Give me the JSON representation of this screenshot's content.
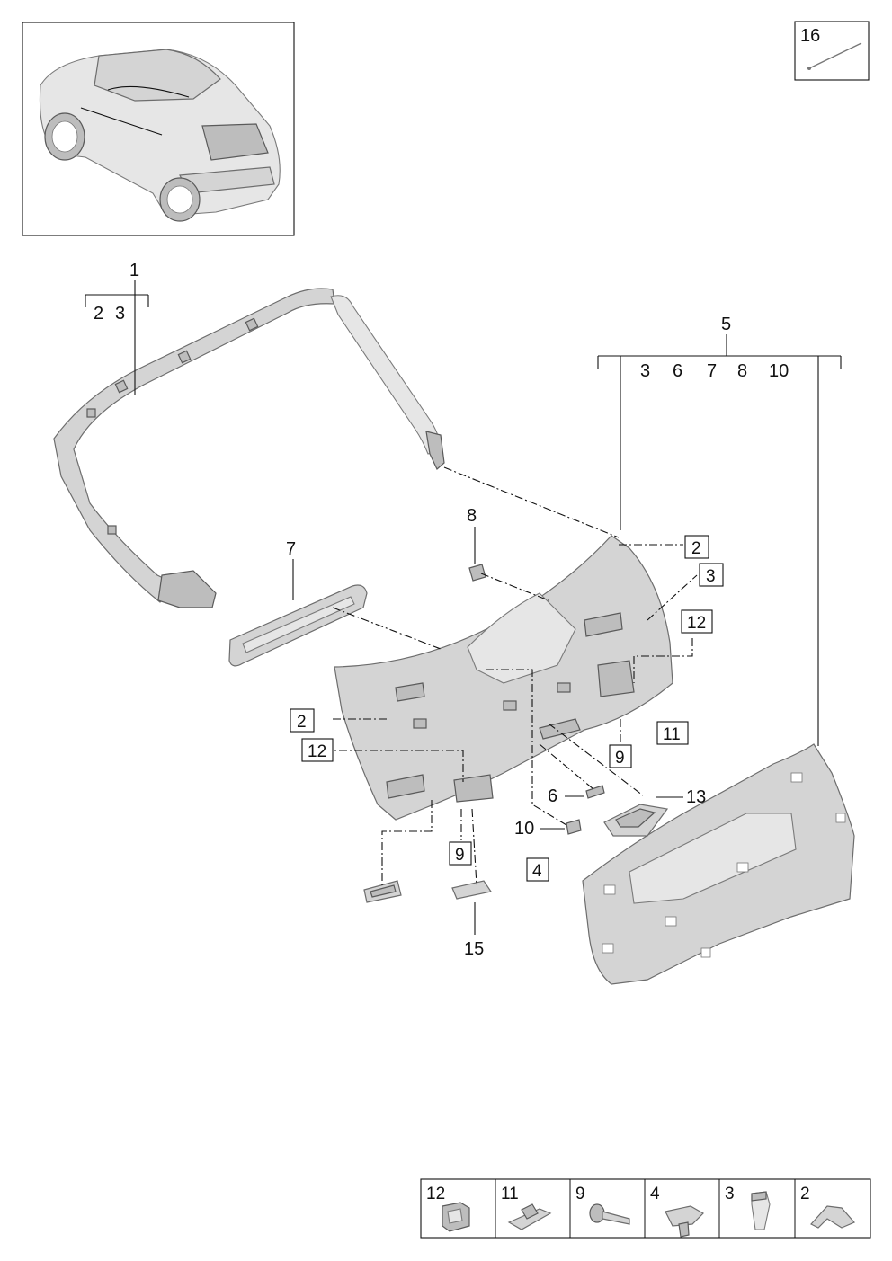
{
  "callouts": {
    "c1": "1",
    "c1_sub_a": "2",
    "c1_sub_b": "3",
    "c5": "5",
    "c5_sub": [
      "3",
      "6",
      "7",
      "8",
      "10"
    ],
    "c7": "7",
    "c8": "8",
    "c6": "6",
    "c10": "10",
    "c13": "13",
    "c15": "15",
    "c16": "16"
  },
  "boxed_refs": {
    "b2_top": "2",
    "b3": "3",
    "b12_right": "12",
    "b11": "11",
    "b9_right": "9",
    "b2_left": "2",
    "b12_left": "12",
    "b9_bottom": "9",
    "b4": "4"
  },
  "legend": [
    {
      "number": "12",
      "icon": "clip-12-icon"
    },
    {
      "number": "11",
      "icon": "clip-11-icon"
    },
    {
      "number": "9",
      "icon": "clip-9-icon"
    },
    {
      "number": "4",
      "icon": "clip-4-icon"
    },
    {
      "number": "3",
      "icon": "clip-3-icon"
    },
    {
      "number": "2",
      "icon": "clip-2-icon"
    }
  ],
  "colors": {
    "part_fill": "#d4d4d4",
    "part_stroke": "#6d6d6d",
    "line": "#111111"
  }
}
